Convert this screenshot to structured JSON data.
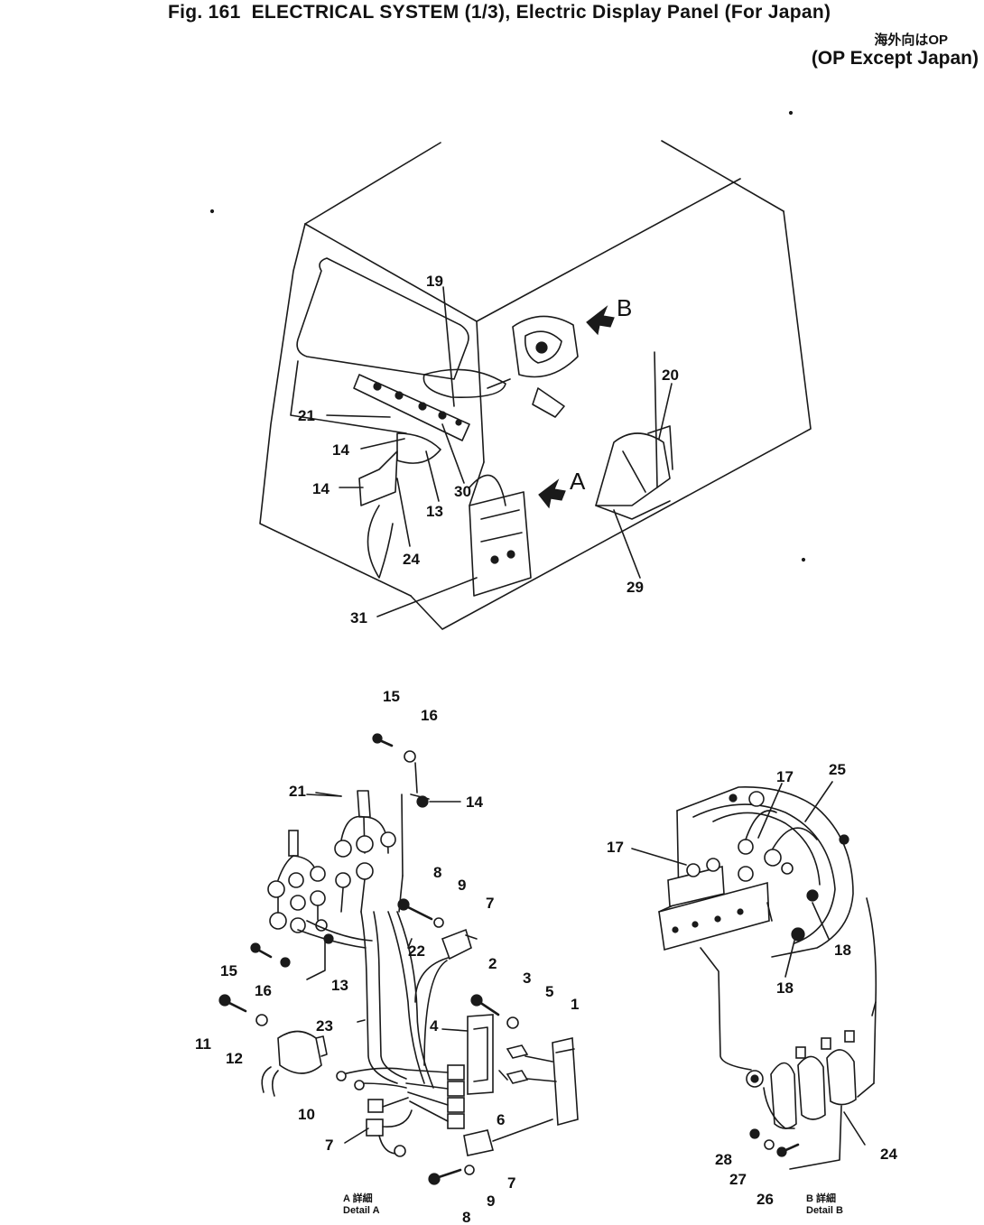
{
  "header": {
    "fig": "Fig. 161",
    "title": "ELECTRICAL SYSTEM (1/3), Electric Display Panel (For Japan)",
    "jp_note": "海外向はOP",
    "except_note": "(OP Except Japan)"
  },
  "views": {
    "A_marker": "A",
    "B_marker": "B"
  },
  "details": {
    "A": {
      "jp": "A 詳細",
      "en": "Detail A"
    },
    "B": {
      "jp": "B 詳細",
      "en": "Detail B"
    }
  },
  "callouts": {
    "cab": [
      "19",
      "21",
      "14",
      "14",
      "13",
      "30",
      "24",
      "31",
      "20",
      "29"
    ],
    "detail_a": [
      "15",
      "16",
      "14",
      "21",
      "8",
      "9",
      "7",
      "22",
      "15",
      "16",
      "13",
      "2",
      "3",
      "5",
      "1",
      "4",
      "11",
      "12",
      "23",
      "10",
      "6",
      "7",
      "7",
      "9",
      "8"
    ],
    "detail_b": [
      "17",
      "25",
      "17",
      "18",
      "18",
      "28",
      "27",
      "26",
      "24"
    ]
  },
  "colors": {
    "ink": "#1a1a1a",
    "paper": "#ffffff"
  }
}
